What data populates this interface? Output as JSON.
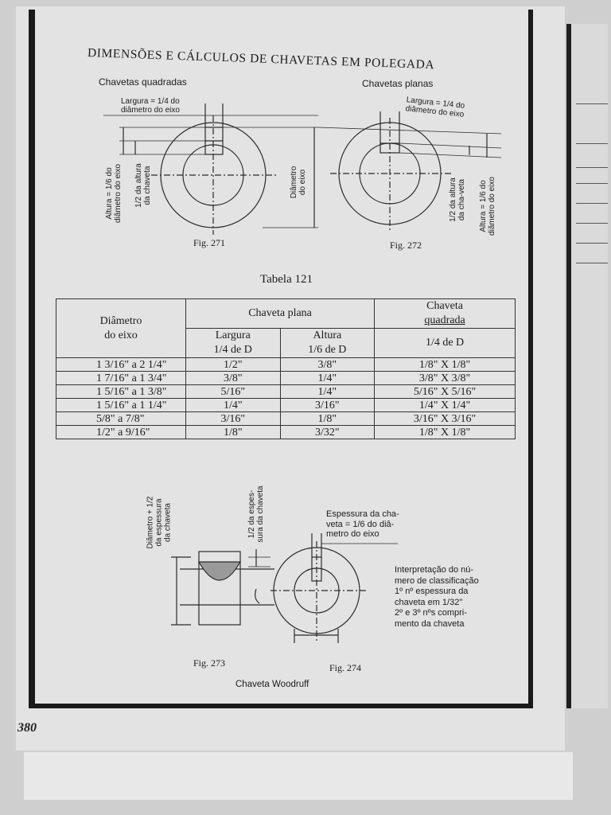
{
  "title": "DIMENSÕES E CÁLCULOS DE CHAVETAS EM POLEGADA",
  "top_figures": {
    "left_heading": "Chavetas quadradas",
    "right_heading": "Chavetas planas",
    "left_width_label": [
      "Largura = 1/4 do",
      "diâmetro do eixo"
    ],
    "right_width_label": [
      "Largura = 1/4 do",
      "diâmetro do eixo"
    ],
    "left_height_label": [
      "Altura = 1/6 do",
      "diâmetro do eixo"
    ],
    "left_half_height_label": [
      "1/2 da altura",
      "da chaveta"
    ],
    "diameter_label": [
      "Diâmetro",
      "do eixo"
    ],
    "right_half_height_label": [
      "1/2 da altura",
      "da cha-veta"
    ],
    "right_height_label": [
      "Altura = 1/6 do",
      "diâmetro do eixo"
    ],
    "fig_left": "Fig. 271",
    "fig_right": "Fig. 272"
  },
  "table": {
    "caption": "Tabela 121",
    "col_diameter": [
      "Diâmetro",
      "do eixo"
    ],
    "col_flat": "Chaveta  plana",
    "col_square": [
      "Chaveta",
      "quadrada"
    ],
    "sub_width": [
      "Largura",
      "1/4 de D"
    ],
    "sub_height": [
      "Altura",
      "1/6 de D"
    ],
    "sub_square": "1/4 de D",
    "rows": [
      [
        "1 3/16\" a 2 1/4\"",
        "1/2\"",
        "3/8\"",
        "1/8\" X 1/8\""
      ],
      [
        "1 7/16\" a 1 3/4\"",
        "3/8\"",
        "1/4\"",
        "3/8\" X 3/8\""
      ],
      [
        "1 5/16\" a 1 3/8\"",
        "5/16\"",
        "1/4\"",
        "5/16\" X 5/16\""
      ],
      [
        "1 5/16\" a 1 1/4\"",
        "1/4\"",
        "3/16\"",
        "1/4\" X 1/4\""
      ],
      [
        "5/8\"    a 7/8\"",
        "3/16\"",
        "1/8\"",
        "3/16\" X 3/16\""
      ],
      [
        "1/2\"     a 9/16\"",
        "1/8\"",
        "3/32\"",
        "1/8\" X 1/8\""
      ]
    ]
  },
  "bottom_figures": {
    "diam_half_label": [
      "Diâmetro + 1/2",
      "da espessura",
      "da chaveta"
    ],
    "half_thickness_label": [
      "1/2 da espes-",
      "sura da chaveta"
    ],
    "thickness_label": [
      "Espessura da cha-",
      "veta = 1/6 do diâ-",
      "metro do eixo"
    ],
    "interpretation": [
      "Interpretação do nú-",
      "mero de classificação",
      "1º nº espessura da",
      "chaveta em 1/32\"",
      "2º e 3º nºs compri-",
      "mento da chaveta"
    ],
    "fig_left": "Fig. 273",
    "fig_right": "Fig. 274",
    "caption": "Chaveta Woodruff"
  },
  "page_number": "380"
}
